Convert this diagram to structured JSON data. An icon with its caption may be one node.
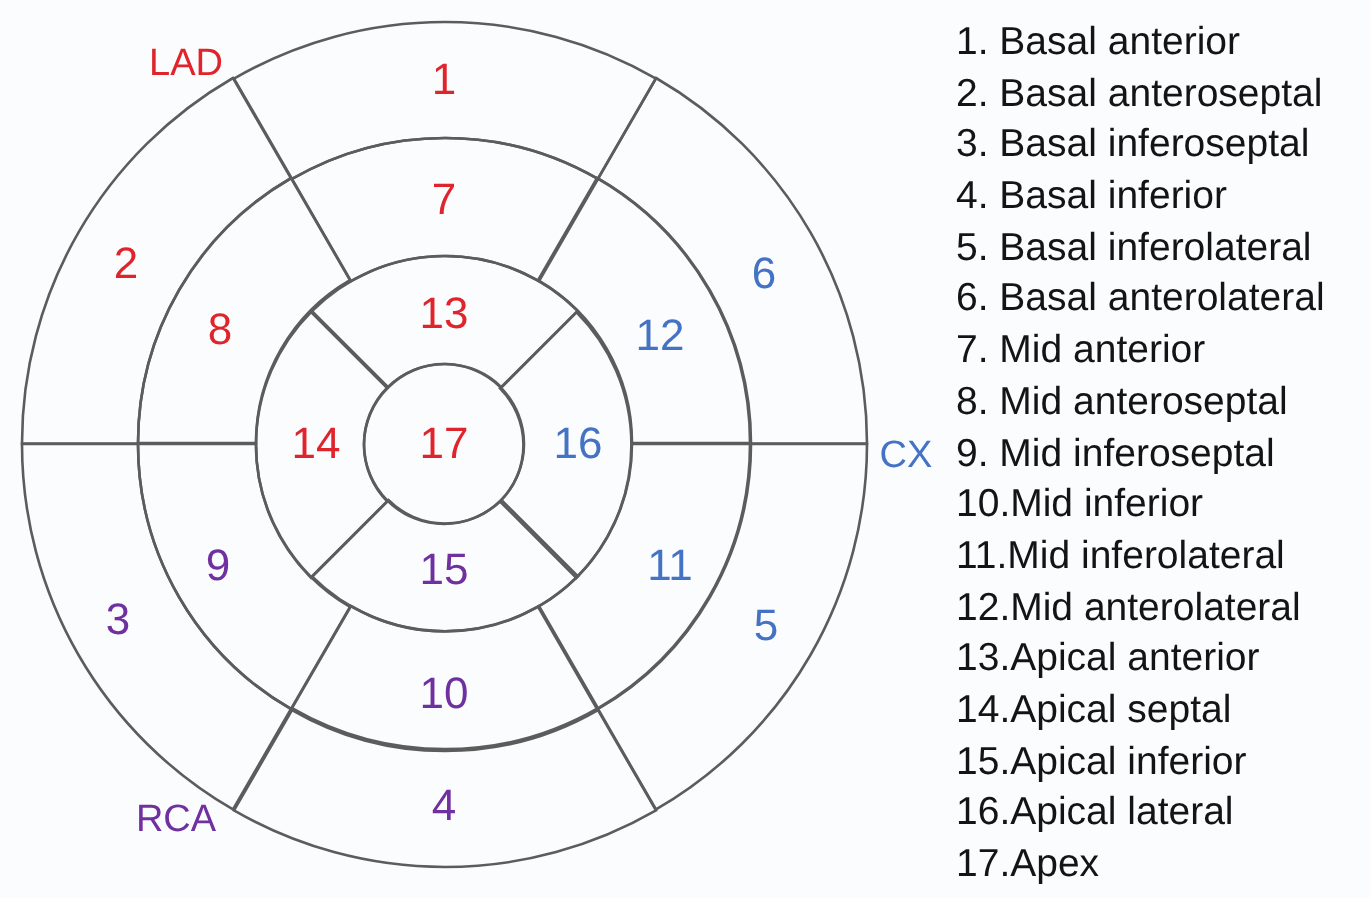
{
  "diagram": {
    "nodes": [
      {
        "text": [
          "1"
        ]
      },
      {
        "text": [
          "2"
        ]
      },
      {
        "text": [
          "3"
        ]
      },
      {
        "text": [
          "4"
        ]
      },
      {
        "text": [
          "5"
        ]
      },
      {
        "text": [
          "6"
        ]
      },
      {
        "text": [
          "7"
        ]
      },
      {
        "text": [
          "8"
        ]
      },
      {
        "text": [
          "9"
        ]
      },
      {
        "text": [
          "10"
        ]
      },
      {
        "text": [
          "11"
        ]
      },
      {
        "text": [
          "12"
        ]
      },
      {
        "text": [
          "13"
        ]
      },
      {
        "text": [
          "14"
        ]
      },
      {
        "text": [
          "15"
        ]
      },
      {
        "text": [
          "16"
        ]
      },
      {
        "text": [
          "17"
        ]
      }
    ],
    "labels": [
      "LAD",
      "CX",
      "RCA",
      "1. Basal anterior",
      "2. Basal anteroseptal",
      "3. Basal inferoseptal",
      "4. Basal inferior",
      "5. Basal inferolateral",
      "6. Basal anterolateral",
      "7. Mid anterior",
      "8. Mid anteroseptal",
      "9. Mid inferoseptal",
      "10.Mid inferior",
      "11.Mid inferolateral",
      "12.Mid anterolateral",
      "13.Apical anterior",
      "14.Apical septal",
      "15.Apical inferior",
      "16.Apical lateral",
      "17.Apex"
    ]
  }
}
